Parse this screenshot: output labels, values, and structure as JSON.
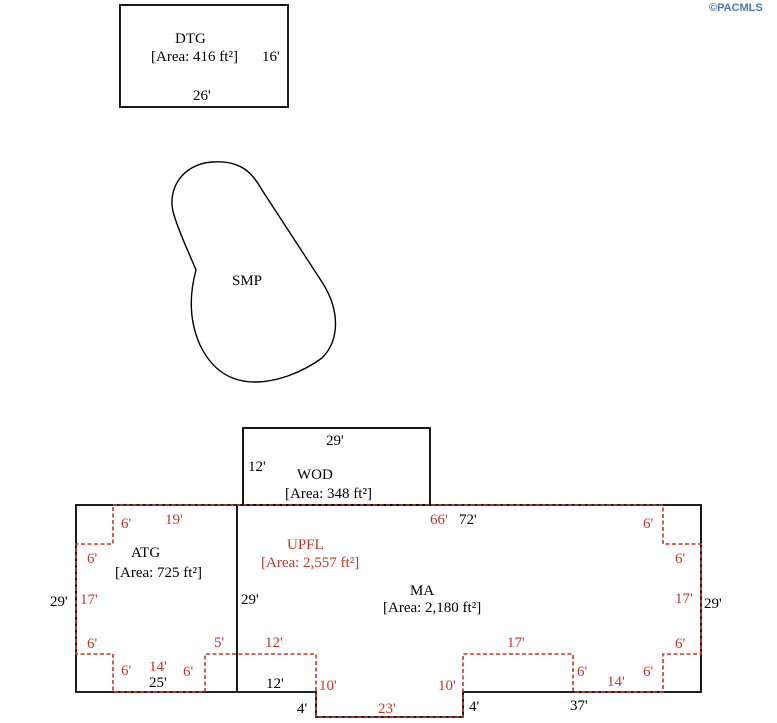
{
  "watermark": "©PACMLS",
  "colors": {
    "outline": "#000000",
    "upper_floor": "#c0392b",
    "watermark": "#4a78b5"
  },
  "dtg": {
    "name": "DTG",
    "area": "[Area: 416 ft²]",
    "dim_side": "16'",
    "dim_bottom": "26'"
  },
  "smp": {
    "name": "SMP"
  },
  "wod": {
    "name": "WOD",
    "area": "[Area: 348 ft²]",
    "dim_top": "29'",
    "dim_left": "12'"
  },
  "atg": {
    "name": "ATG",
    "area": "[Area: 725 ft²]",
    "dim_left": "29'",
    "dim_bottom": "25'"
  },
  "ma": {
    "name": "MA",
    "area": "[Area: 2,180 ft²]",
    "dim_top": "72'",
    "dim_left": "29'",
    "dim_right": "29'",
    "dim_bottom_right": "37'",
    "dim_bottom_left": "12'",
    "dim_notch_left": "4'",
    "dim_notch_right": "4'"
  },
  "upfl": {
    "name": "UPFL",
    "area": "[Area: 2,557 ft²]",
    "dims": {
      "top_left_notch": "6'",
      "top_left_run": "19'",
      "left_notch_side": "6'",
      "left_side": "17'",
      "bottom_left_notch_top": "6'",
      "bottom_left_notch_side": "6'",
      "bottom_left_run": "14'",
      "bottom_left_step_side": "6'",
      "bottom_left_step_top": "5'",
      "lower_run_left": "12'",
      "notch_left": "10'",
      "notch_bottom": "23'",
      "notch_right": "10'",
      "lower_run_right": "17'",
      "top_run": "66'",
      "top_right_notch": "6'",
      "right_notch_side": "6'",
      "right_side": "17'",
      "bottom_right_notch_top": "6'",
      "bottom_right_step_side": "6'",
      "bottom_right_run": "14'",
      "bottom_right_notch_side": "6'"
    }
  }
}
